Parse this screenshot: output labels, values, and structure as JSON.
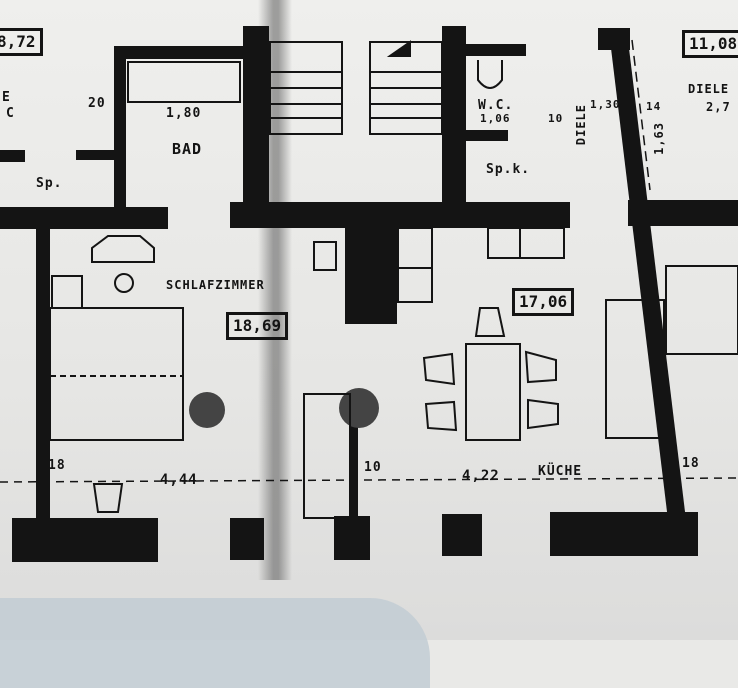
{
  "document": {
    "type": "floor plan (photocopy photograph)",
    "background_color": "#e9e9e7",
    "ink_color": "#141414"
  },
  "rooms": [
    {
      "name": "SCHLAFZIMMER",
      "area": "18,69",
      "width": "4,44"
    },
    {
      "name": "KÜCHE",
      "area": "17,06",
      "width": "4,22"
    },
    {
      "name": "BAD",
      "dimension": "1,80"
    },
    {
      "name": "W.C.",
      "dimension": "1,06"
    },
    {
      "name": "DIELE",
      "area": "11,08",
      "sub": "2,7"
    },
    {
      "name": "DIELE",
      "dimension": "1,30"
    },
    {
      "name": "Sp.",
      "full": "Sp."
    },
    {
      "name": "Sp.k.",
      "full": "Sp.k."
    }
  ],
  "labels": {
    "left_area_box": "8,72",
    "left_partial_a": "E",
    "left_partial_b": "C",
    "bath_wall": "20",
    "bath_dim": "1,80",
    "bath": "BAD",
    "sp": "Sp.",
    "wc": "W.C.",
    "wc_dim": "1,06",
    "wc_wall": "10",
    "spk": "Sp.k.",
    "diele_vertical": "DIELE",
    "diele_dim": "1,30",
    "diele_wall": "14",
    "diele_height": "1,63",
    "right_area_box": "11,08",
    "right_room": "DIELE",
    "right_room_dim": "2,7",
    "bedroom": "SCHLAFZIMMER",
    "bedroom_area": "18,69",
    "kitchen_area": "17,06",
    "bedroom_width": "4,44",
    "bedroom_wall": "18",
    "mid_wall": "10",
    "kitchen_width": "4,22",
    "kitchen": "KÜCHE",
    "right_wall": "18"
  },
  "symbols": [
    "stairs",
    "toilet",
    "bathtub",
    "sink",
    "stove",
    "dining-table",
    "chairs",
    "bed",
    "wardrobe",
    "radiator",
    "chimney"
  ]
}
